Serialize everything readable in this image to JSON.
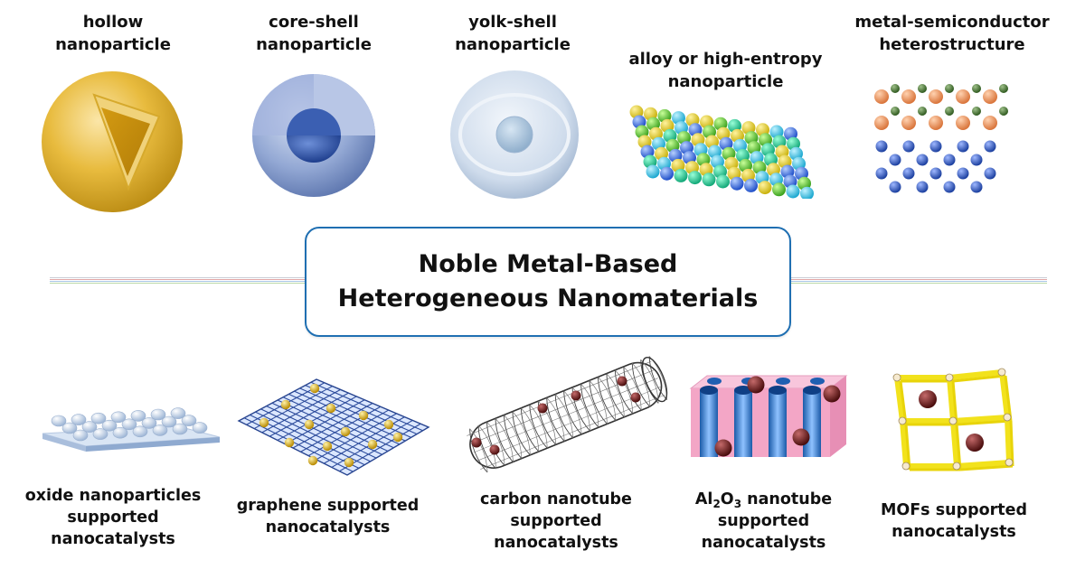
{
  "title": {
    "line1": "Noble Metal-Based",
    "line2": "Heterogeneous Nanomaterials"
  },
  "top_items": [
    {
      "lines": [
        "hollow",
        "nanoparticle"
      ]
    },
    {
      "lines": [
        "core-shell",
        "nanoparticle"
      ]
    },
    {
      "lines": [
        "yolk-shell",
        "nanoparticle"
      ]
    },
    {
      "lines": [
        "alloy or high-entropy",
        "nanoparticle"
      ]
    },
    {
      "lines": [
        "metal-semiconductor",
        "heterostructure"
      ]
    }
  ],
  "bottom_items": [
    {
      "lines": [
        "oxide nanoparticles",
        "supported",
        "nanocatalysts"
      ]
    },
    {
      "lines": [
        "graphene supported",
        "nanocatalysts"
      ]
    },
    {
      "lines": [
        "carbon nanotube",
        "supported",
        "nanocatalysts"
      ]
    },
    {
      "formula": {
        "base1": "Al",
        "sub1": "2",
        "base2": "O",
        "sub2": "3",
        "rest": " nanotube"
      },
      "lines": [
        "supported",
        "nanocatalysts"
      ]
    },
    {
      "lines": [
        "MOFs supported",
        "nanocatalysts"
      ]
    }
  ],
  "colors": {
    "accent_border": "#1f6fb2",
    "hollow": "#d9a520",
    "core_shell": "#7f98cc",
    "yolk_shell": "#c9d8ea",
    "metal_particle": "#6b1a1a",
    "tube_pink": "#f3a6c6",
    "mof_frame": "#f2e21c"
  },
  "icons": {
    "hollow": "hollow-sphere-cutaway-icon",
    "core_shell": "core-shell-sphere-icon",
    "yolk_shell": "yolk-shell-sphere-icon",
    "alloy": "alloy-atom-lattice-icon",
    "heterostructure": "heterostructure-lattice-icon",
    "oxide": "oxide-domed-slab-icon",
    "graphene": "graphene-sheet-icon",
    "cnt": "carbon-nanotube-icon",
    "al2o3": "al2o3-porous-membrane-icon",
    "mof": "mof-frame-icon"
  }
}
